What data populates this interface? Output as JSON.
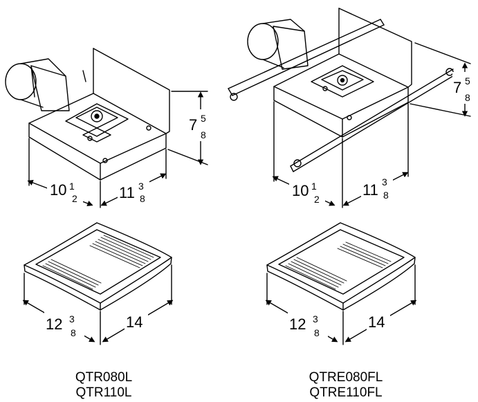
{
  "models": {
    "left": {
      "line1": "QTR080L",
      "line2": "QTR110L"
    },
    "right": {
      "line1": "QTRE080FL",
      "line2": "QTRE110FL"
    }
  },
  "dimensions": {
    "left_housing": {
      "width_whole": "10",
      "width_num": "1",
      "width_den": "2",
      "depth_whole": "11",
      "depth_num": "3",
      "depth_den": "8",
      "height_whole": "7",
      "height_num": "5",
      "height_den": "8"
    },
    "right_housing": {
      "width_whole": "10",
      "width_num": "1",
      "width_den": "2",
      "depth_whole": "11",
      "depth_num": "3",
      "depth_den": "8",
      "height_whole": "7",
      "height_num": "5",
      "height_den": "8"
    },
    "left_grille": {
      "width_whole": "12",
      "width_num": "3",
      "width_den": "8",
      "depth": "14"
    },
    "right_grille": {
      "width_whole": "12",
      "width_num": "3",
      "width_den": "8",
      "depth": "14"
    }
  }
}
